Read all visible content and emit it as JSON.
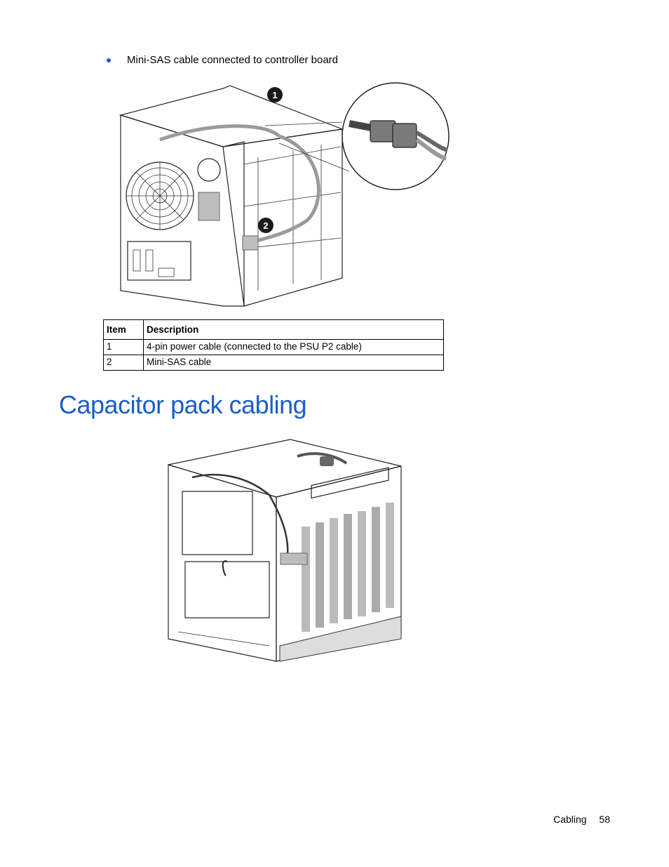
{
  "bullet": {
    "text": "Mini-SAS cable connected to controller board"
  },
  "figure1": {
    "callouts": [
      "1",
      "2"
    ]
  },
  "table": {
    "headers": {
      "item": "Item",
      "description": "Description"
    },
    "rows": [
      {
        "item": "1",
        "description": "4-pin power cable (connected to the PSU P2 cable)"
      },
      {
        "item": "2",
        "description": "Mini-SAS cable"
      }
    ]
  },
  "section": {
    "title": "Capacitor pack cabling"
  },
  "footer": {
    "chapter": "Cabling",
    "page": "58"
  },
  "colors": {
    "heading": "#1a5ec9",
    "bullet": "#1a5ec9"
  }
}
